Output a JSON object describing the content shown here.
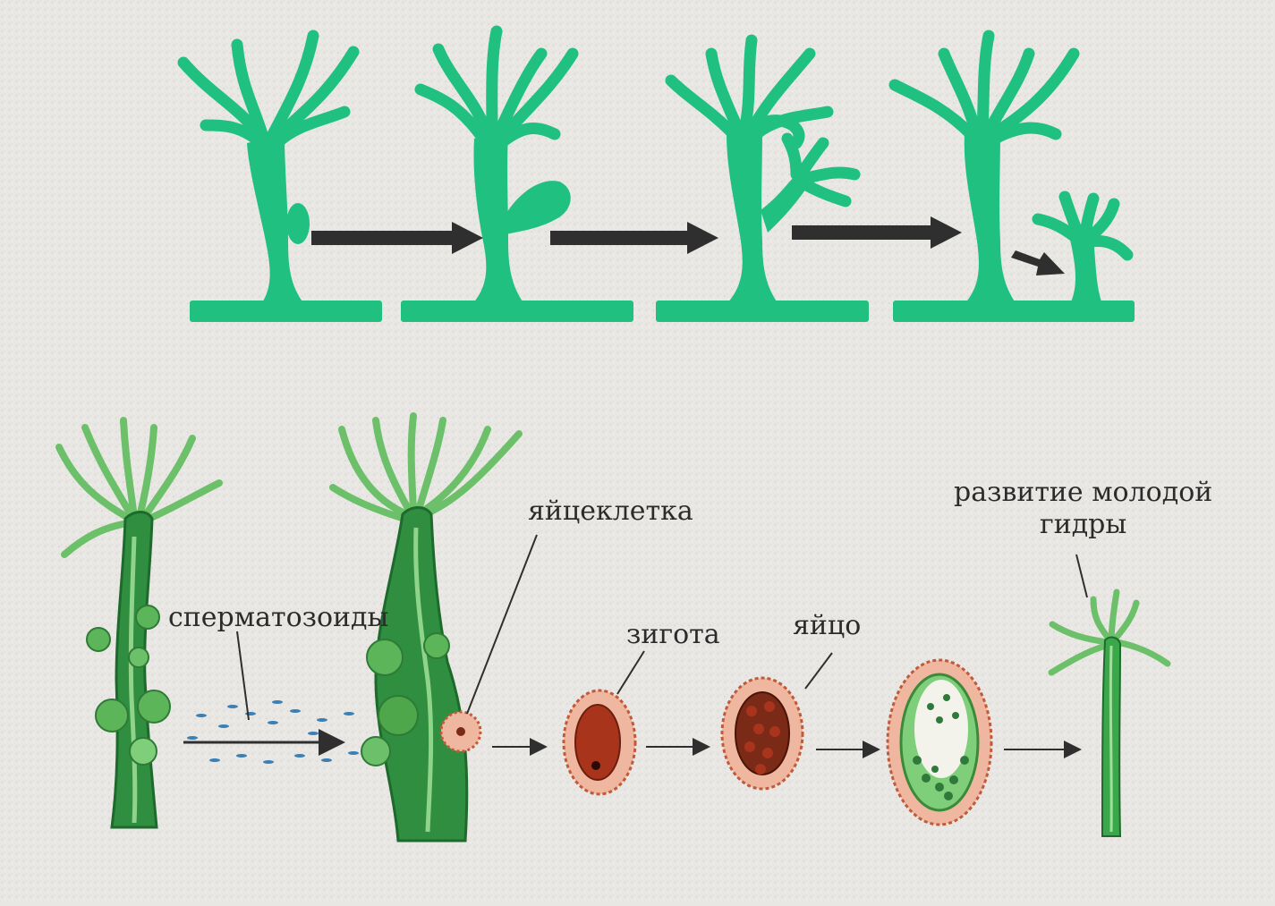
{
  "diagram": {
    "colors": {
      "background": "#e9e7e4",
      "budding_green": "#20c080",
      "arrow": "#2f2f2f",
      "hydra_green": "#3aa84a",
      "egg_red": "#a8341c",
      "egg_brown": "#7a2a16",
      "egg_pink": "#f0b7a0"
    },
    "labels": {
      "spermatozoids": "сперматозоиды",
      "egg_cell": "яйцеклетка",
      "zygote": "зигота",
      "egg": "яйцо",
      "young_hydra_line1": "развитие молодой",
      "young_hydra_line2": "гидры"
    }
  }
}
